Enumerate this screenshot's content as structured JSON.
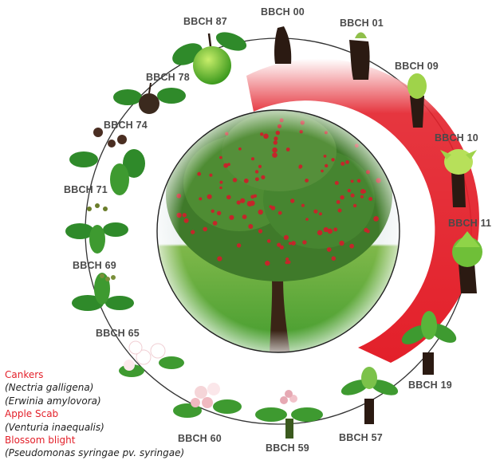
{
  "stages": [
    {
      "id": "bbch-00",
      "label": "BBCH 00",
      "icon": "dormant-bud-icon"
    },
    {
      "id": "bbch-01",
      "label": "BBCH 01",
      "icon": "swelling-bud-icon"
    },
    {
      "id": "bbch-09",
      "label": "BBCH 09",
      "icon": "green-tip-bud-icon"
    },
    {
      "id": "bbch-10",
      "label": "BBCH 10",
      "icon": "mouse-ear-leaves-icon"
    },
    {
      "id": "bbch-11",
      "label": "BBCH 11",
      "icon": "first-leaves-icon"
    },
    {
      "id": "bbch-19",
      "label": "BBCH 19",
      "icon": "leaves-unfolded-icon"
    },
    {
      "id": "bbch-57",
      "label": "BBCH 57",
      "icon": "green-cluster-icon"
    },
    {
      "id": "bbch-59",
      "label": "BBCH 59",
      "icon": "pink-bud-icon"
    },
    {
      "id": "bbch-60",
      "label": "BBCH 60",
      "icon": "first-flowers-icon"
    },
    {
      "id": "bbch-65",
      "label": "BBCH 65",
      "icon": "full-bloom-icon"
    },
    {
      "id": "bbch-69",
      "label": "BBCH 69",
      "icon": "petal-fall-icon"
    },
    {
      "id": "bbch-71",
      "label": "BBCH 71",
      "icon": "fruit-set-icon"
    },
    {
      "id": "bbch-74",
      "label": "BBCH 74",
      "icon": "fruitlet-icon"
    },
    {
      "id": "bbch-78",
      "label": "BBCH 78",
      "icon": "growing-fruit-icon"
    },
    {
      "id": "bbch-87",
      "label": "BBCH 87",
      "icon": "ripe-apple-icon"
    }
  ],
  "legend": {
    "cankers": "Cankers",
    "cankers_pathogen_1": "(Nectria galligena)",
    "cankers_pathogen_2": "(Erwinia amylovora)",
    "scab": "Apple Scab",
    "scab_pathogen": "(Venturia inaequalis)",
    "blight": "Blossom blight",
    "blight_pathogen": "(Pseudomonas syringae pv. syringae)"
  },
  "center_image": "apple-tree-in-fruit-illustration",
  "colors": {
    "risk_arc": "#e3202a",
    "disease_title": "#e3202a",
    "stage_label": "#4a4a4a",
    "cycle_ring": "#333333",
    "leaf": "#2f8a2a",
    "bark": "#2b1a12"
  }
}
